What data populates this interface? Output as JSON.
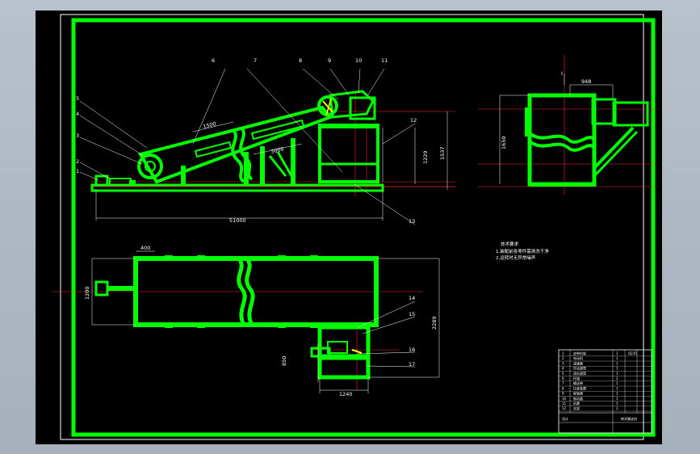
{
  "drawing": {
    "part_labels": [
      "1",
      "2",
      "3",
      "4",
      "5",
      "6",
      "7",
      "8",
      "9",
      "10",
      "11",
      "12",
      "13",
      "14",
      "15",
      "16",
      "17"
    ],
    "dimensions": {
      "top_span": "1500",
      "incline_length": "3000",
      "overall_length": "51000",
      "height_mid": "1229",
      "height_tall": "1537",
      "side_width": "948",
      "side_height": "1650",
      "plan_width": "1200",
      "plan_drive_offset": "400",
      "plan_total_height": "2289",
      "plan_block_height": "850",
      "plan_block_width": "1240",
      "side_marker": "I"
    },
    "notes": {
      "heading": "技术要求",
      "line1": "1.装配前各零件需清洗干净",
      "line2": "2.运转时无异常噪声"
    },
    "title_block": {
      "rows": [
        [
          "1",
          "皮带机架",
          "1",
          "Q235"
        ],
        [
          "2",
          "电动机",
          "1",
          ""
        ],
        [
          "3",
          "减速器",
          "1",
          ""
        ],
        [
          "4",
          "传动滚筒",
          "1",
          ""
        ],
        [
          "5",
          "改向滚筒",
          "1",
          ""
        ],
        [
          "6",
          "托辊",
          "2",
          ""
        ],
        [
          "7",
          "输送带",
          "1",
          ""
        ],
        [
          "8",
          "拉紧装置",
          "1",
          ""
        ],
        [
          "9",
          "联轴器",
          "1",
          ""
        ],
        [
          "10",
          "制动器",
          "1",
          ""
        ],
        [
          "11",
          "机罩",
          "1",
          ""
        ],
        [
          "12",
          "支架",
          "1",
          ""
        ]
      ],
      "footer_left": "设计",
      "footer_right": "带式输送机"
    },
    "colors": {
      "line": "#00ff00",
      "centerline": "#ff2b2b",
      "annotation": "#ffffff",
      "background": "#000000",
      "window": "#b1bbc6"
    }
  }
}
